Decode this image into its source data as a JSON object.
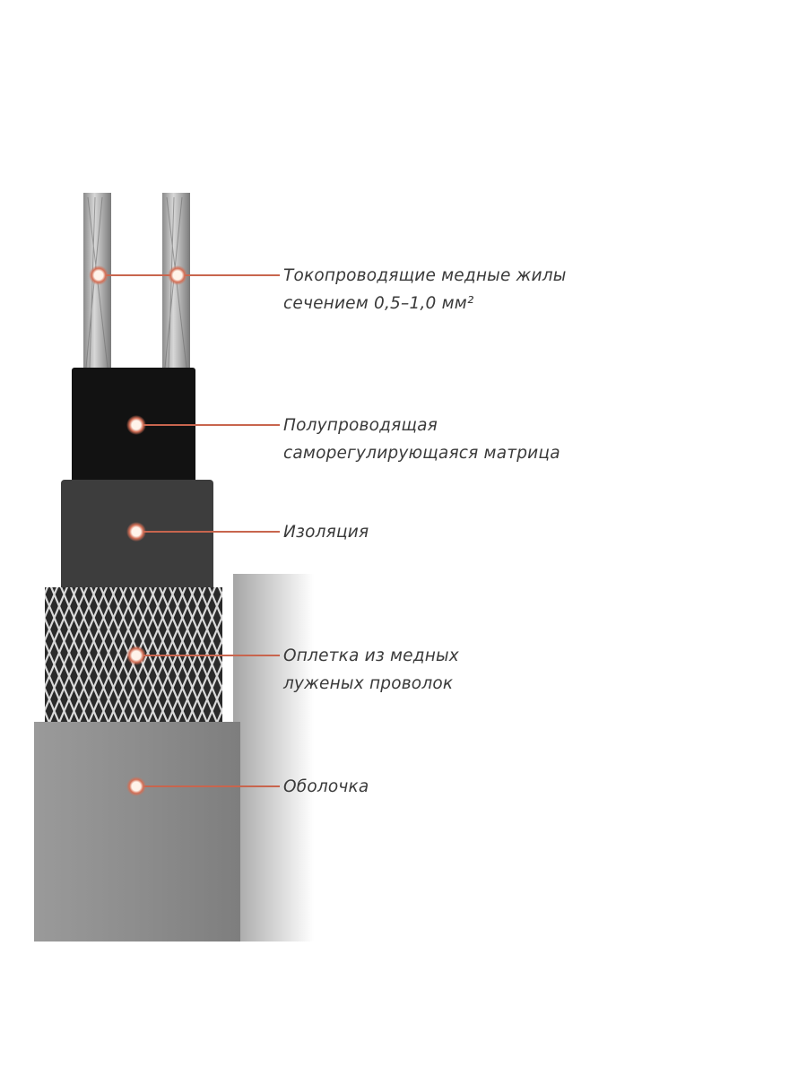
{
  "title": "Heating cable structure",
  "colors": {
    "leader": "#c8654e",
    "matrix": "#111111",
    "insulation": "#3b3b3b",
    "sheath": "#8c8c8c",
    "wire": "#b5b5b5"
  },
  "labels": [
    {
      "id": "conductors",
      "lines": [
        "Токопроводящие медные жилы",
        "сечением 0,5–1,0 мм²"
      ]
    },
    {
      "id": "matrix",
      "lines": [
        "Полупроводящая",
        "саморегулирующаяся матрица"
      ]
    },
    {
      "id": "insulation",
      "lines": [
        "Изоляция"
      ]
    },
    {
      "id": "braid",
      "lines": [
        "Оплетка из медных",
        "луженых проволок"
      ]
    },
    {
      "id": "sheath",
      "lines": [
        "Оболочка"
      ]
    }
  ]
}
